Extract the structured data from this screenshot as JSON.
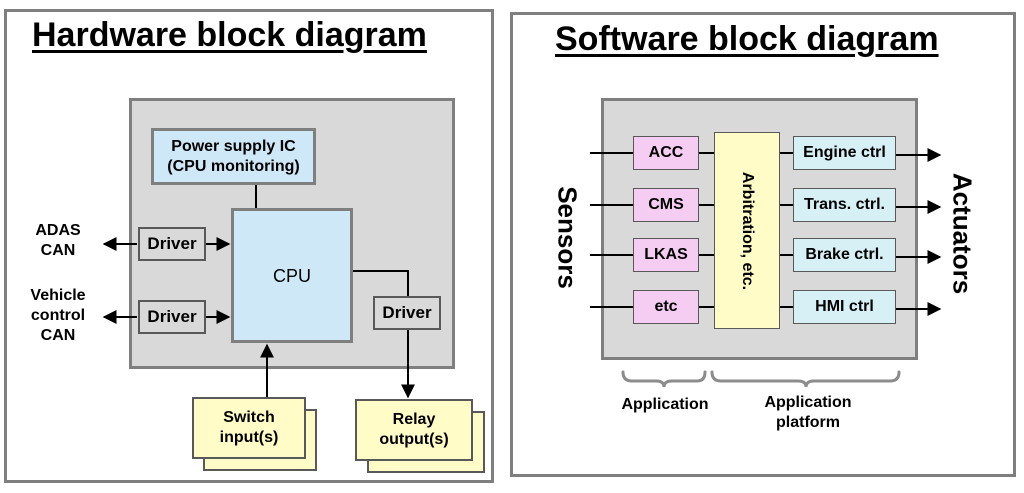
{
  "hardware": {
    "title": "Hardware block diagram",
    "power_supply": [
      "Power supply IC",
      "(CPU monitoring)"
    ],
    "cpu": "CPU",
    "driver_adas": "Driver",
    "driver_vehicle": "Driver",
    "driver_relay": "Driver",
    "adas_can": [
      "ADAS",
      "CAN"
    ],
    "vehicle_can": [
      "Vehicle",
      "control",
      "CAN"
    ],
    "switch_input": [
      "Switch",
      "input(s)"
    ],
    "relay_output": [
      "Relay",
      "output(s)"
    ]
  },
  "software": {
    "title": "Software block diagram",
    "sensors": "Sensors",
    "actuators": "Actuators",
    "apps": [
      "ACC",
      "CMS",
      "LKAS",
      "etc"
    ],
    "arbitration": "Arbitration, etc.",
    "controllers": [
      "Engine ctrl",
      "Trans. ctrl.",
      "Brake ctrl.",
      "HMI ctrl"
    ],
    "application_label": "Application",
    "platform_label": [
      "Application",
      "platform"
    ]
  },
  "colors": {
    "board": "#d9d9d9",
    "border": "#7f7f7f",
    "blue_box": "#cfe8f8",
    "yellow_box": "#fffcc8",
    "pink_box": "#f6cdf2",
    "cyan_box": "#d6f0f6"
  }
}
